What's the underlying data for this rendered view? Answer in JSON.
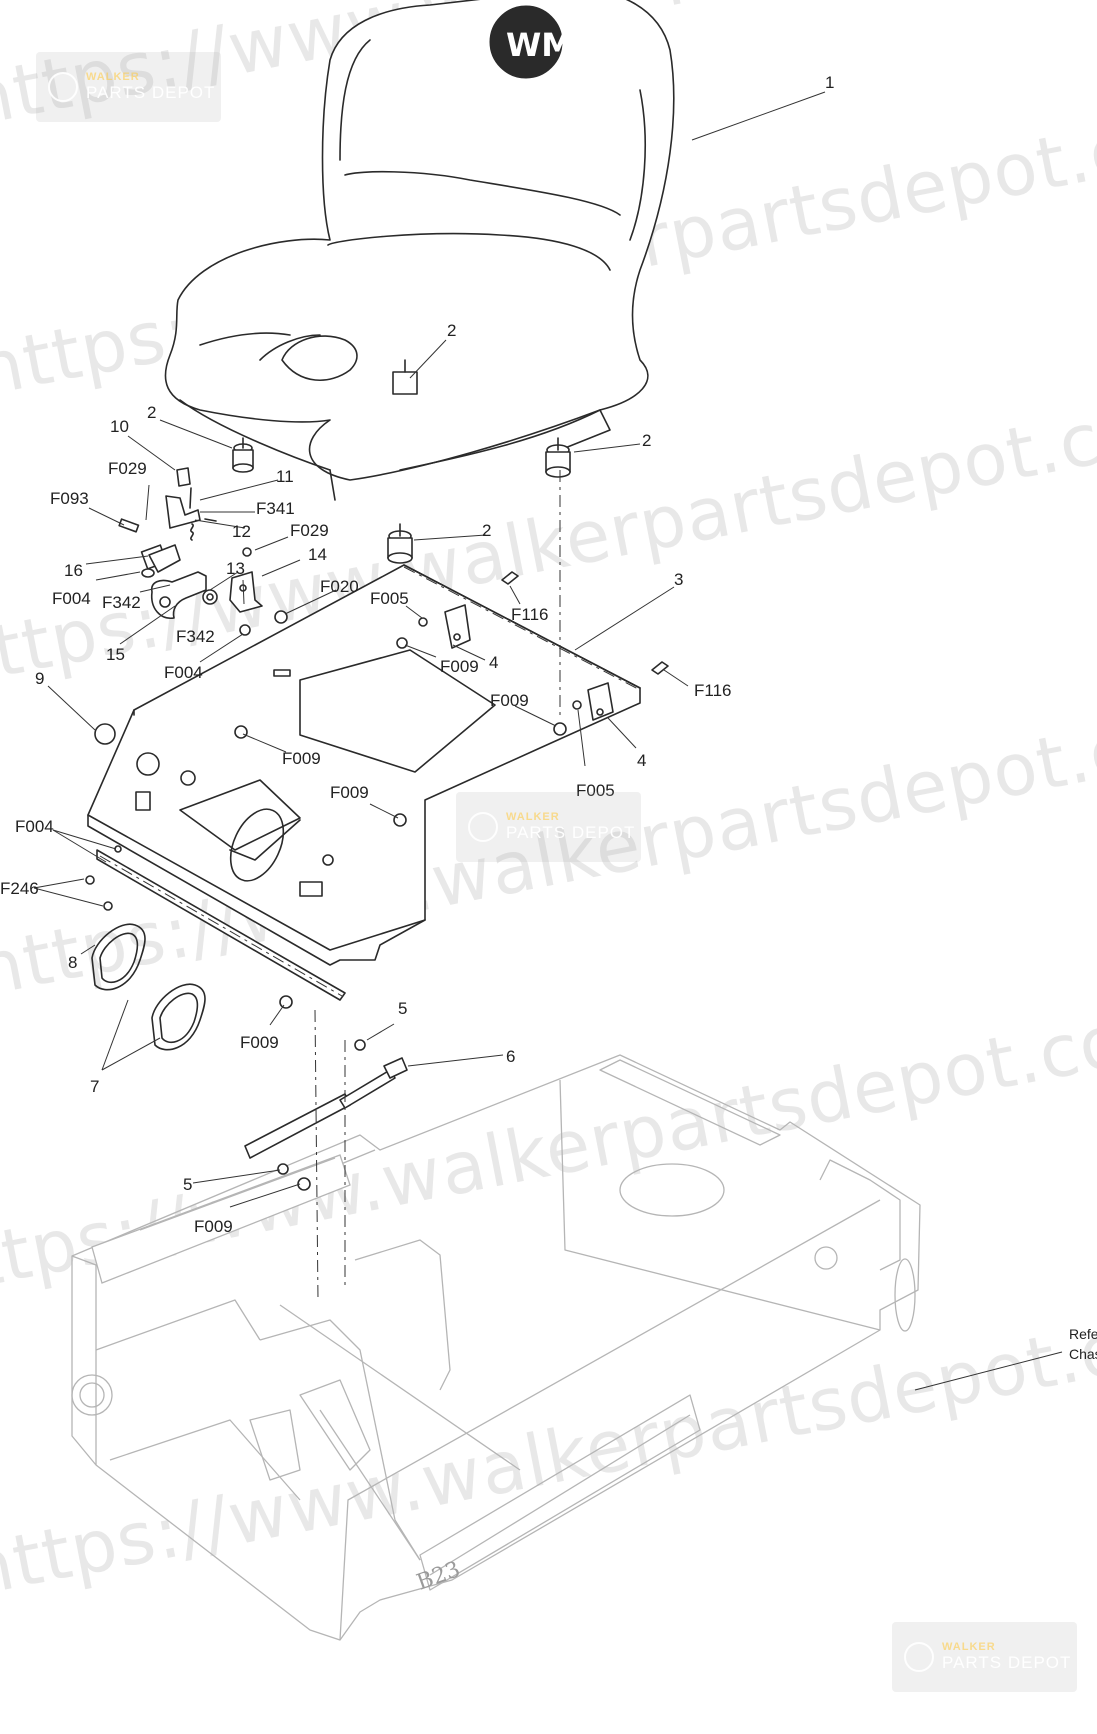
{
  "watermark": {
    "url_text": "https://www.walkerpartsdepot.com",
    "badge_line1": "WALKER",
    "badge_line2": "PARTS DEPOT"
  },
  "seat_logo": "WM",
  "chassis_stamp": "B23",
  "reference_note": {
    "line1": "Refe",
    "line2": "Chas"
  },
  "callouts": [
    {
      "id": "c1",
      "text": "1"
    },
    {
      "id": "c2a",
      "text": "2"
    },
    {
      "id": "c2b",
      "text": "2"
    },
    {
      "id": "c2c",
      "text": "2"
    },
    {
      "id": "c2d",
      "text": "2"
    },
    {
      "id": "c3",
      "text": "3"
    },
    {
      "id": "c4a",
      "text": "4"
    },
    {
      "id": "c4b",
      "text": "4"
    },
    {
      "id": "c5a",
      "text": "5"
    },
    {
      "id": "c5b",
      "text": "5"
    },
    {
      "id": "c6",
      "text": "6"
    },
    {
      "id": "c7",
      "text": "7"
    },
    {
      "id": "c8",
      "text": "8"
    },
    {
      "id": "c9",
      "text": "9"
    },
    {
      "id": "c10",
      "text": "10"
    },
    {
      "id": "c11",
      "text": "11"
    },
    {
      "id": "c12",
      "text": "12"
    },
    {
      "id": "c13",
      "text": "13"
    },
    {
      "id": "c14",
      "text": "14"
    },
    {
      "id": "c15",
      "text": "15"
    },
    {
      "id": "c16",
      "text": "16"
    },
    {
      "id": "cF029a",
      "text": "F029"
    },
    {
      "id": "cF029b",
      "text": "F029"
    },
    {
      "id": "cF093",
      "text": "F093"
    },
    {
      "id": "cF341",
      "text": "F341"
    },
    {
      "id": "cF342a",
      "text": "F342"
    },
    {
      "id": "cF342b",
      "text": "F342"
    },
    {
      "id": "cF004a",
      "text": "F004"
    },
    {
      "id": "cF004b",
      "text": "F004"
    },
    {
      "id": "cF004c",
      "text": "F004"
    },
    {
      "id": "cF020",
      "text": "F020"
    },
    {
      "id": "cF005a",
      "text": "F005"
    },
    {
      "id": "cF005b",
      "text": "F005"
    },
    {
      "id": "cF116a",
      "text": "F116"
    },
    {
      "id": "cF116b",
      "text": "F116"
    },
    {
      "id": "cF009a",
      "text": "F009"
    },
    {
      "id": "cF009b",
      "text": "F009"
    },
    {
      "id": "cF009c",
      "text": "F009"
    },
    {
      "id": "cF009d",
      "text": "F009"
    },
    {
      "id": "cF009e",
      "text": "F009"
    },
    {
      "id": "cF009f",
      "text": "F009"
    },
    {
      "id": "cF246",
      "text": "F246"
    }
  ]
}
